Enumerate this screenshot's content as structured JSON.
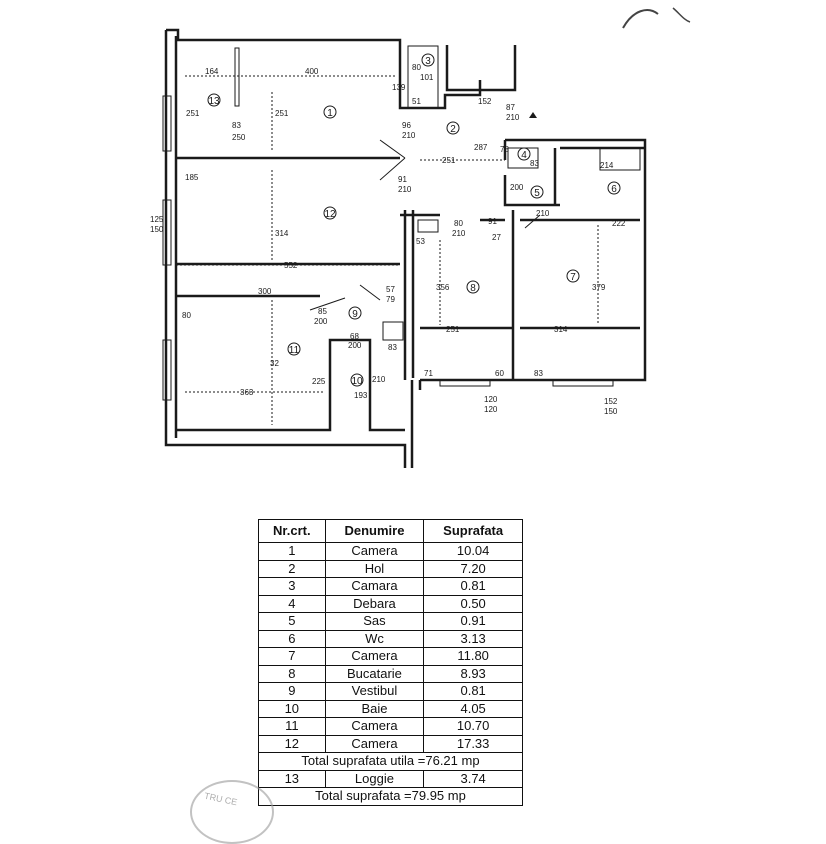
{
  "plan": {
    "room_numbers": [
      "1",
      "2",
      "3",
      "4",
      "5",
      "6",
      "7",
      "8",
      "9",
      "10",
      "11",
      "12",
      "13"
    ],
    "dimensions": [
      "164",
      "400",
      "251",
      "251",
      "83",
      "250",
      "80",
      "101",
      "51",
      "139",
      "152",
      "87",
      "210",
      "96",
      "210",
      "287",
      "78",
      "83",
      "214",
      "251",
      "91",
      "210",
      "53",
      "314",
      "125",
      "150",
      "185",
      "552",
      "300",
      "80",
      "210",
      "91",
      "210",
      "80",
      "356",
      "379",
      "251",
      "314",
      "60",
      "83",
      "57",
      "79",
      "85",
      "200",
      "68",
      "200",
      "83",
      "32",
      "225",
      "363",
      "193",
      "210",
      "71",
      "120",
      "120",
      "152",
      "150",
      "222",
      "27",
      "200"
    ]
  },
  "table": {
    "headers": [
      "Nr.crt.",
      "Denumire",
      "Suprafata"
    ],
    "rows": [
      [
        "1",
        "Camera",
        "10.04"
      ],
      [
        "2",
        "Hol",
        "7.20"
      ],
      [
        "3",
        "Camara",
        "0.81"
      ],
      [
        "4",
        "Debara",
        "0.50"
      ],
      [
        "5",
        "Sas",
        "0.91"
      ],
      [
        "6",
        "Wc",
        "3.13"
      ],
      [
        "7",
        "Camera",
        "11.80"
      ],
      [
        "8",
        "Bucatarie",
        "8.93"
      ],
      [
        "9",
        "Vestibul",
        "0.81"
      ],
      [
        "10",
        "Baie",
        "4.05"
      ],
      [
        "11",
        "Camera",
        "10.70"
      ],
      [
        "12",
        "Camera",
        "17.33"
      ]
    ],
    "total_util": "Total suprafata utila =76.21 mp",
    "loggia": [
      "13",
      "Loggie",
      "3.74"
    ],
    "total": "Total suprafata =79.95 mp"
  },
  "stamp_text": "TRU CE"
}
